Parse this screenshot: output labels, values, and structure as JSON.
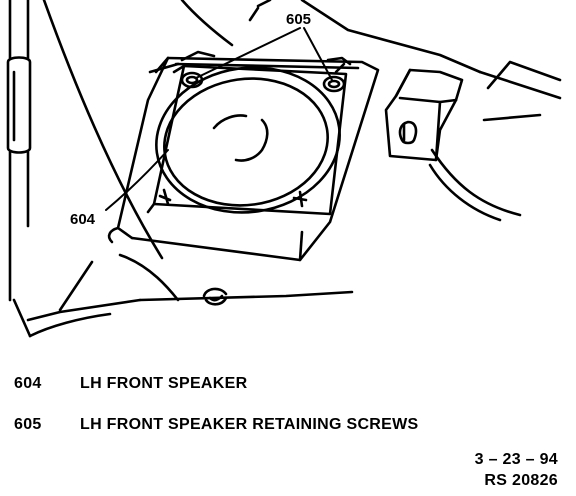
{
  "callouts": {
    "screws": "605",
    "speaker": "604"
  },
  "legend": [
    {
      "number": "604",
      "description": "LH FRONT SPEAKER"
    },
    {
      "number": "605",
      "description": "LH FRONT SPEAKER RETAINING SCREWS"
    }
  ],
  "stamp": {
    "date": "3 – 23 – 94",
    "reference": "RS 20826"
  },
  "colors": {
    "ink": "#000000",
    "paper": "#ffffff"
  }
}
